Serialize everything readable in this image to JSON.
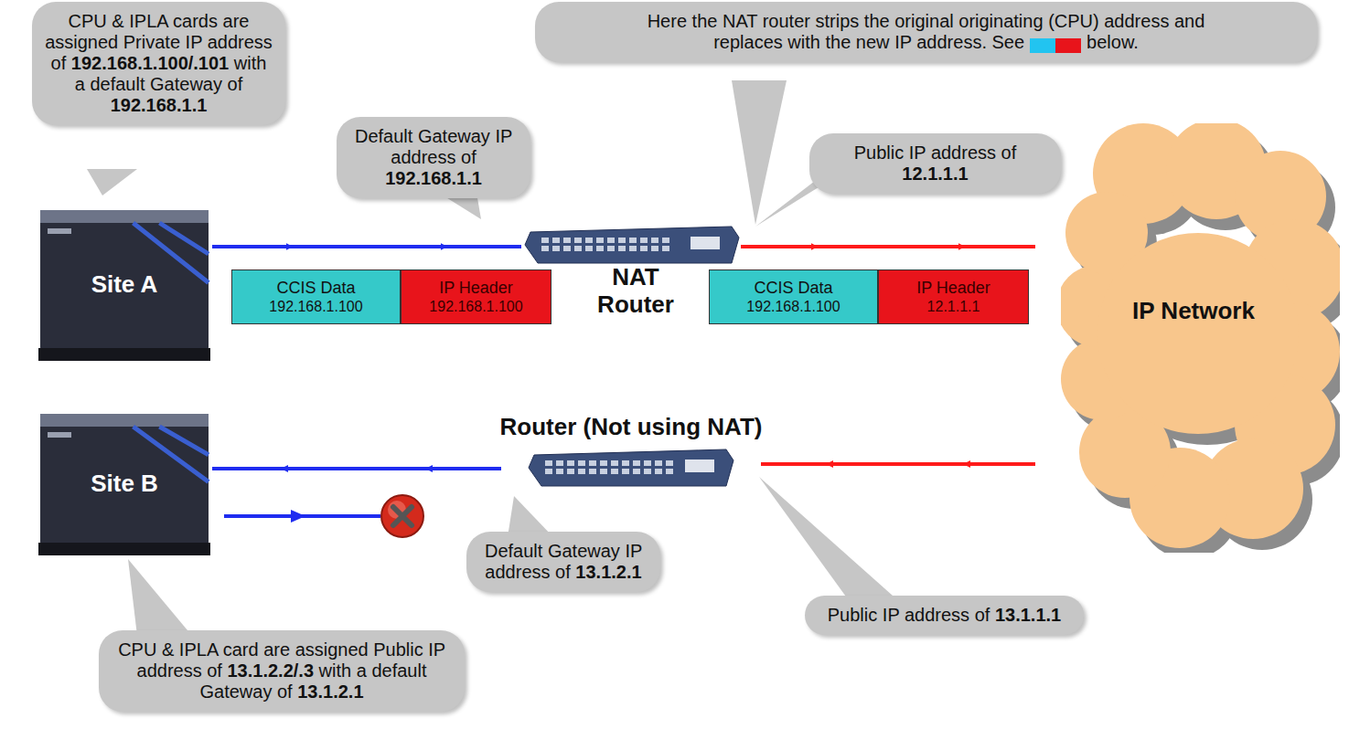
{
  "diagram": {
    "nodes": [
      {
        "text": [
          "CPU & IPLA cards are assigned Private IP address of 192.168.1.100/.101 with a default Gateway of 192.168.1.1"
        ]
      },
      {
        "text": [
          "Default Gateway IP address of 192.168.1.1"
        ]
      },
      {
        "text": [
          "Here the NAT router strips the original originating (CPU) address and replaces with the new IP address. See",
          "below."
        ]
      },
      {
        "text": [
          "Public IP address of 12.1.1.1"
        ]
      },
      {
        "text": [
          "Site A"
        ]
      },
      {
        "text": [
          "NAT Router"
        ]
      },
      {
        "text": [
          "CCIS Data",
          "192.168.1.100"
        ]
      },
      {
        "text": [
          "IP Header",
          "192.168.1.100"
        ]
      },
      {
        "text": [
          "CCIS Data",
          "192.168.1.100"
        ]
      },
      {
        "text": [
          "IP Header",
          "12.1.1.1"
        ]
      },
      {
        "text": [
          "IP Network"
        ]
      },
      {
        "text": [
          "Router (Not using NAT)"
        ]
      },
      {
        "text": [
          "Site B"
        ]
      },
      {
        "text": [
          "Default Gateway IP address of 13.1.2.1"
        ]
      },
      {
        "text": [
          "Public IP address of 13.1.1.1"
        ]
      },
      {
        "text": [
          "CPU & IPLA card are assigned Public IP address of 13.1.2.2/.3 with a default Gateway of 13.1.2.1"
        ]
      }
    ],
    "edges": [
      {
        "from": 4,
        "to": 5,
        "arrow": "to"
      },
      {
        "from": 5,
        "to": 10,
        "arrow": "to"
      },
      {
        "from": 10,
        "to": 11,
        "arrow": "to"
      },
      {
        "from": 11,
        "to": 12,
        "arrow": "to"
      }
    ]
  }
}
